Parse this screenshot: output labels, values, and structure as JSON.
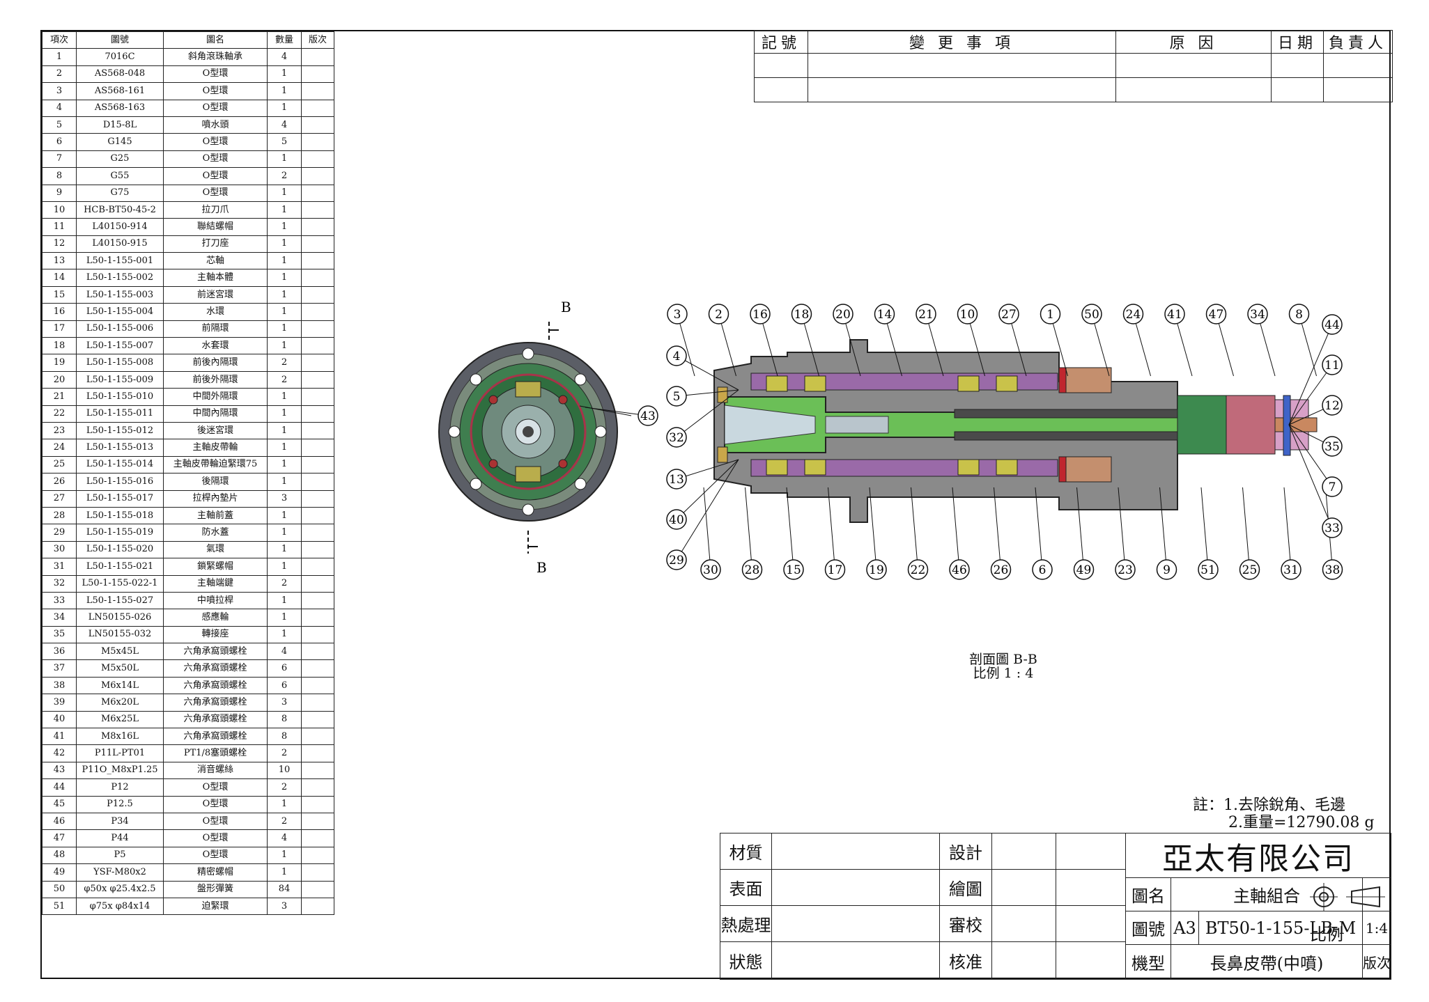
{
  "bom": {
    "headers": [
      "項次",
      "圖號",
      "圖名",
      "數量",
      "版次"
    ],
    "rows": [
      [
        "1",
        "7016C",
        "斜角滾珠軸承",
        "4",
        ""
      ],
      [
        "2",
        "AS568-048",
        "O型環",
        "1",
        ""
      ],
      [
        "3",
        "AS568-161",
        "O型環",
        "1",
        ""
      ],
      [
        "4",
        "AS568-163",
        "O型環",
        "1",
        ""
      ],
      [
        "5",
        "D15-8L",
        "噴水頭",
        "4",
        ""
      ],
      [
        "6",
        "G145",
        "O型環",
        "5",
        ""
      ],
      [
        "7",
        "G25",
        "O型環",
        "1",
        ""
      ],
      [
        "8",
        "G55",
        "O型環",
        "2",
        ""
      ],
      [
        "9",
        "G75",
        "O型環",
        "1",
        ""
      ],
      [
        "10",
        "HCB-BT50-45-2",
        "拉刀爪",
        "1",
        ""
      ],
      [
        "11",
        "L40150-914",
        "聯結螺帽",
        "1",
        ""
      ],
      [
        "12",
        "L40150-915",
        "打刀座",
        "1",
        ""
      ],
      [
        "13",
        "L50-1-155-001",
        "芯軸",
        "1",
        ""
      ],
      [
        "14",
        "L50-1-155-002",
        "主軸本體",
        "1",
        ""
      ],
      [
        "15",
        "L50-1-155-003",
        "前迷宮環",
        "1",
        ""
      ],
      [
        "16",
        "L50-1-155-004",
        "水環",
        "1",
        ""
      ],
      [
        "17",
        "L50-1-155-006",
        "前隔環",
        "1",
        ""
      ],
      [
        "18",
        "L50-1-155-007",
        "水套環",
        "1",
        ""
      ],
      [
        "19",
        "L50-1-155-008",
        "前後內隔環",
        "2",
        ""
      ],
      [
        "20",
        "L50-1-155-009",
        "前後外隔環",
        "2",
        ""
      ],
      [
        "21",
        "L50-1-155-010",
        "中間外隔環",
        "1",
        ""
      ],
      [
        "22",
        "L50-1-155-011",
        "中間內隔環",
        "1",
        ""
      ],
      [
        "23",
        "L50-1-155-012",
        "後迷宮環",
        "1",
        ""
      ],
      [
        "24",
        "L50-1-155-013",
        "主軸皮帶輪",
        "1",
        ""
      ],
      [
        "25",
        "L50-1-155-014",
        "主軸皮帶輪迫緊環75",
        "1",
        ""
      ],
      [
        "26",
        "L50-1-155-016",
        "後隔環",
        "1",
        ""
      ],
      [
        "27",
        "L50-1-155-017",
        "拉桿內墊片",
        "3",
        ""
      ],
      [
        "28",
        "L50-1-155-018",
        "主軸前蓋",
        "1",
        ""
      ],
      [
        "29",
        "L50-1-155-019",
        "防水蓋",
        "1",
        ""
      ],
      [
        "30",
        "L50-1-155-020",
        "氣環",
        "1",
        ""
      ],
      [
        "31",
        "L50-1-155-021",
        "鎖緊螺帽",
        "1",
        ""
      ],
      [
        "32",
        "L50-1-155-022-1",
        "主軸端鍵",
        "2",
        ""
      ],
      [
        "33",
        "L50-1-155-027",
        "中噴拉桿",
        "1",
        ""
      ],
      [
        "34",
        "LN50155-026",
        "感應輪",
        "1",
        ""
      ],
      [
        "35",
        "LN50155-032",
        "轉接座",
        "1",
        ""
      ],
      [
        "36",
        "M5x45L",
        "六角承窩頭螺栓",
        "4",
        ""
      ],
      [
        "37",
        "M5x50L",
        "六角承窩頭螺栓",
        "6",
        ""
      ],
      [
        "38",
        "M6x14L",
        "六角承窩頭螺栓",
        "6",
        ""
      ],
      [
        "39",
        "M6x20L",
        "六角承窩頭螺栓",
        "3",
        ""
      ],
      [
        "40",
        "M6x25L",
        "六角承窩頭螺栓",
        "8",
        ""
      ],
      [
        "41",
        "M8x16L",
        "六角承窩頭螺栓",
        "8",
        ""
      ],
      [
        "42",
        "P11L-PT01",
        "PT1/8塞頭螺栓",
        "2",
        ""
      ],
      [
        "43",
        "P11O_M8xP1.25",
        "消音螺絲",
        "10",
        ""
      ],
      [
        "44",
        "P12",
        "O型環",
        "2",
        ""
      ],
      [
        "45",
        "P12.5",
        "O型環",
        "1",
        ""
      ],
      [
        "46",
        "P34",
        "O型環",
        "2",
        ""
      ],
      [
        "47",
        "P44",
        "O型環",
        "4",
        ""
      ],
      [
        "48",
        "P5",
        "O型環",
        "1",
        ""
      ],
      [
        "49",
        "YSF-M80x2",
        "精密螺帽",
        "1",
        ""
      ],
      [
        "50",
        "φ50x φ25.4x2.5",
        "盤形彈簧",
        "84",
        ""
      ],
      [
        "51",
        "φ75x φ84x14",
        "迫緊環",
        "3",
        ""
      ]
    ]
  },
  "revision": {
    "headers": [
      "記號",
      "變 更 事 項",
      "原 因",
      "日期",
      "負責人"
    ]
  },
  "section_marks": {
    "top": "B",
    "bottom": "B"
  },
  "view_caption": {
    "line1": "剖面圖 B-B",
    "line2": "比例 1 : 4"
  },
  "balloons": {
    "top": [
      "3",
      "2",
      "16",
      "18",
      "20",
      "14",
      "21",
      "10",
      "27",
      "1",
      "50",
      "24",
      "41",
      "47",
      "34",
      "8"
    ],
    "bottom": [
      "30",
      "28",
      "15",
      "17",
      "19",
      "22",
      "46",
      "26",
      "6",
      "49",
      "23",
      "9",
      "51",
      "25",
      "31",
      "38"
    ],
    "left": [
      "4",
      "5",
      "32",
      "13",
      "40",
      "29"
    ],
    "right": [
      "44",
      "11",
      "12",
      "35",
      "7",
      "33"
    ],
    "front_view": "43"
  },
  "notes": {
    "line1": "註：1.去除銳角、毛邊",
    "line2": "2.重量=12790.08 g"
  },
  "title_block": {
    "material": "材質",
    "surface": "表面",
    "heat": "熱處理",
    "status": "狀態",
    "design": "設計",
    "draw": "繪圖",
    "check": "審校",
    "approve": "核准",
    "company": "亞太有限公司",
    "name_label": "圖名",
    "name_value": "主軸組合",
    "number_label": "圖號",
    "size": "A3",
    "number_value": "BT50-1-155-LB-M",
    "scale_label": "比例",
    "scale_value": "1:4",
    "model_label": "機型",
    "model_value": "長鼻皮帶(中噴)",
    "version_label": "版次"
  }
}
